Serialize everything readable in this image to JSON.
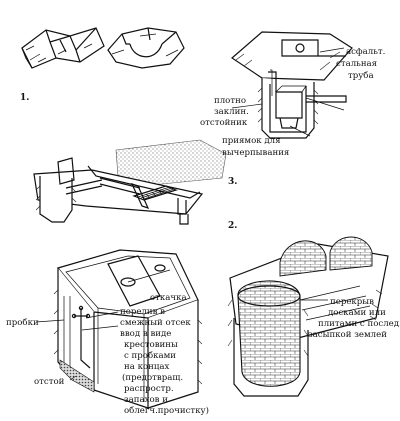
{
  "labels": {
    "asphalt_pipe": [
      "асфальт.",
      "стальная",
      "труба"
    ],
    "sealed": "плотно",
    "settler": [
      "заклин.",
      "отстойник"
    ],
    "sump": [
      "приямок для",
      "вычерпывания"
    ],
    "plugs": "пробки",
    "pumping": "откачка",
    "overflow": [
      "перелив в",
      "смежный отсек"
    ],
    "cross_inlet": [
      "ввод в виде",
      "крестовины",
      "с пробками",
      "на концах",
      "(предотвращ.",
      "распростр.",
      "запахов и",
      "облегч.прочистку)"
    ],
    "sludge": "отстой",
    "cover": [
      "перекрыв",
      "досками или",
      "плитами с послед.",
      "засыпкой землей"
    ]
  },
  "numbers": {
    "n1": "1.",
    "n2": "2.",
    "n3": "3."
  }
}
